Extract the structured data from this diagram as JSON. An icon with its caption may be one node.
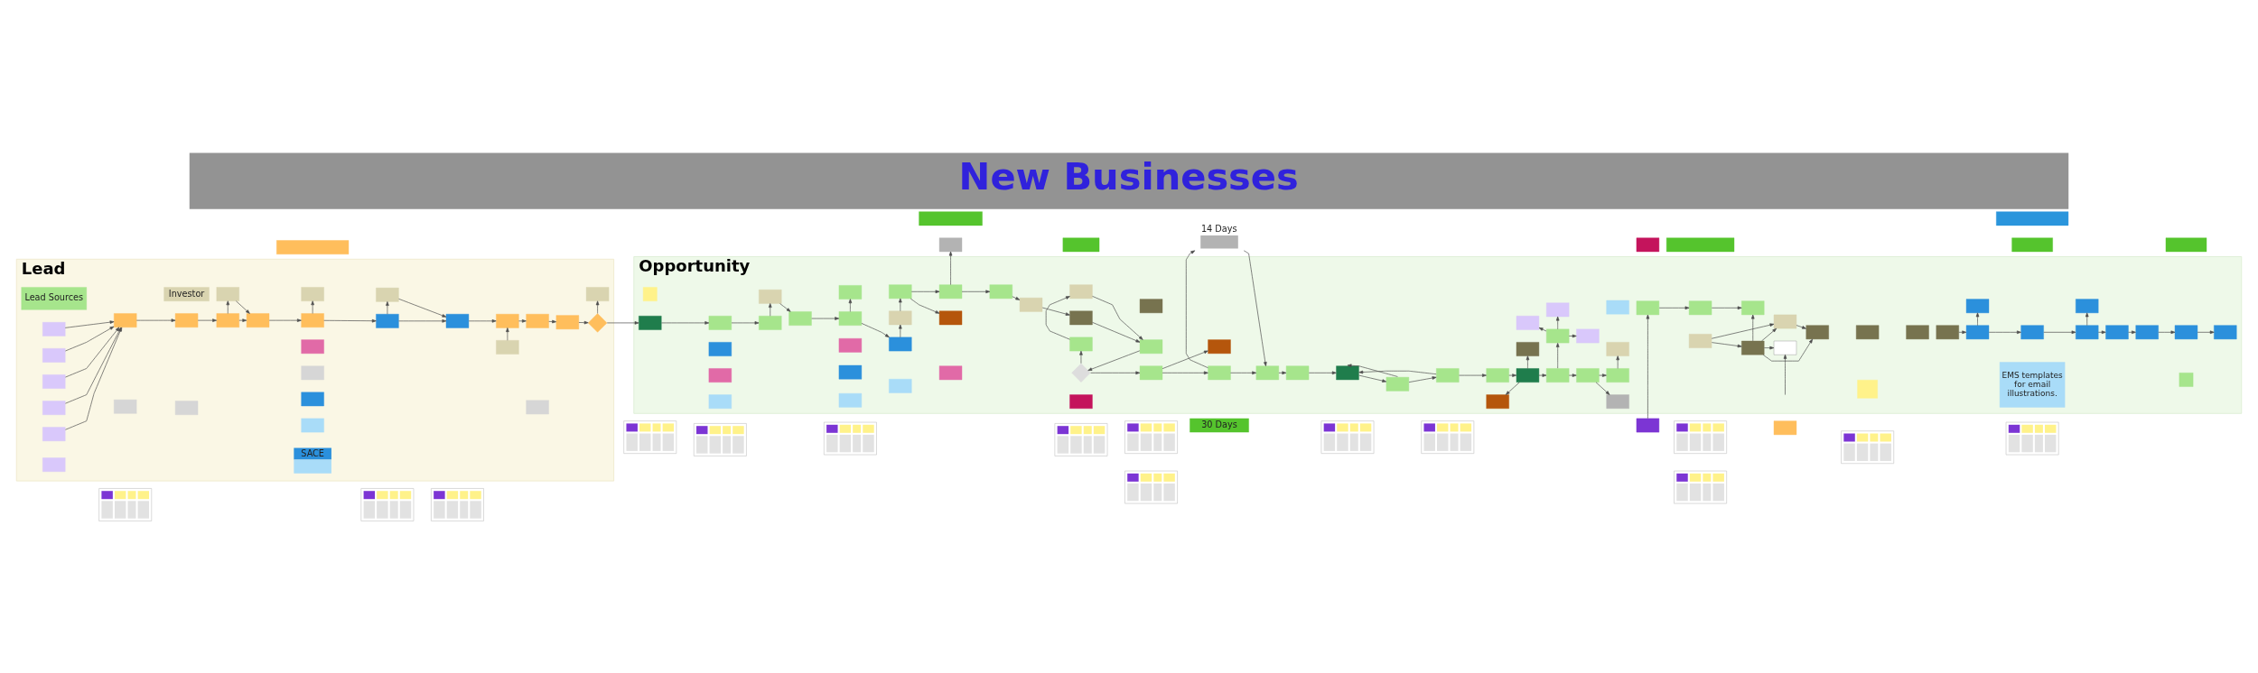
{
  "diagram": {
    "title": "New Businesses",
    "nodes": [
      {
        "text": [],
        "shape": "bar"
      },
      {
        "text": [],
        "shape": "bar"
      },
      {
        "text": [],
        "shape": "bar"
      },
      {
        "text": [
          "30 Days"
        ]
      },
      {
        "text": [],
        "shape": "bar"
      },
      {
        "text": [],
        "shape": "bar"
      },
      {
        "text": [],
        "shape": "bar"
      },
      {
        "text": [],
        "shape": "bar"
      },
      {
        "text": [],
        "shape": "box"
      },
      {
        "text": [
          "Lead"
        ]
      },
      {
        "text": [
          "Investor"
        ],
        "in": 9
      },
      {
        "text": [],
        "shape": "box",
        "in": 9
      },
      {
        "text": [],
        "shape": "box",
        "in": 9
      },
      {
        "text": [],
        "shape": "box",
        "in": 9
      },
      {
        "text": [],
        "shape": "box",
        "in": 9
      },
      {
        "text": [],
        "shape": "box",
        "in": 9
      },
      {
        "text": [
          "Lead Sources"
        ],
        "in": 9
      },
      {
        "text": [],
        "shape": "box",
        "in": 9
      },
      {
        "text": [],
        "shape": "box",
        "in": 9
      },
      {
        "text": [],
        "shape": "box",
        "in": 9
      },
      {
        "text": [],
        "shape": "box",
        "in": 9
      },
      {
        "text": [],
        "shape": "box",
        "in": 9
      },
      {
        "text": [],
        "shape": "box",
        "in": 9
      },
      {
        "text": [],
        "shape": "box",
        "in": 9
      },
      {
        "text": [],
        "shape": "box",
        "in": 9
      },
      {
        "text": [],
        "shape": "box",
        "in": 9
      },
      {
        "text": [],
        "shape": "box",
        "in": 9
      },
      {
        "text": [],
        "shape": "box",
        "in": 9
      },
      {
        "text": [],
        "shape": "box",
        "in": 9
      },
      {
        "text": [],
        "shape": "box",
        "in": 9
      },
      {
        "text": [],
        "shape": "box",
        "in": 9
      },
      {
        "text": [],
        "shape": "box",
        "in": 9
      },
      {
        "text": [],
        "shape": "box",
        "in": 9
      },
      {
        "text": [],
        "shape": "diamond",
        "in": 9
      },
      {
        "text": [],
        "shape": "box",
        "in": 9
      },
      {
        "text": [],
        "shape": "box",
        "in": 9
      },
      {
        "text": [],
        "shape": "box",
        "in": 9
      },
      {
        "text": [],
        "shape": "box",
        "in": 9
      },
      {
        "text": [],
        "shape": "box",
        "in": 9
      },
      {
        "text": [],
        "shape": "box",
        "in": 9
      },
      {
        "text": [
          "SACE"
        ],
        "in": 9
      },
      {
        "text": [],
        "shape": "box",
        "in": 9
      },
      {
        "text": [],
        "shape": "box"
      },
      {
        "text": [],
        "shape": "box",
        "beside": [
          "14 Days"
        ]
      },
      {
        "text": [],
        "shape": "box"
      },
      {
        "text": [],
        "shape": "box"
      },
      {
        "text": [
          "Opportunity"
        ]
      },
      {
        "text": [],
        "shape": "box",
        "in": 46
      },
      {
        "text": [],
        "shape": "box",
        "in": 46
      },
      {
        "text": [],
        "shape": "box",
        "in": 46
      },
      {
        "text": [],
        "shape": "box",
        "in": 46
      },
      {
        "text": [],
        "shape": "box",
        "in": 46
      },
      {
        "text": [],
        "shape": "box",
        "in": 46
      },
      {
        "text": [],
        "shape": "box",
        "in": 46
      },
      {
        "text": [],
        "shape": "box",
        "in": 46
      },
      {
        "text": [],
        "shape": "box",
        "in": 46
      },
      {
        "text": [],
        "shape": "box",
        "in": 46
      },
      {
        "text": [],
        "shape": "box",
        "in": 46
      },
      {
        "text": [],
        "shape": "box",
        "in": 46
      },
      {
        "text": [],
        "shape": "box",
        "in": 46
      },
      {
        "text": [],
        "shape": "box",
        "in": 46
      },
      {
        "text": [],
        "shape": "box",
        "in": 46
      },
      {
        "text": [],
        "shape": "box",
        "in": 46
      },
      {
        "text": [],
        "shape": "box",
        "in": 46
      },
      {
        "text": [],
        "shape": "box",
        "in": 46
      },
      {
        "text": [],
        "shape": "box",
        "in": 46
      },
      {
        "text": [],
        "shape": "box",
        "in": 46
      },
      {
        "text": [],
        "shape": "box",
        "in": 46
      },
      {
        "text": [],
        "shape": "box",
        "in": 46
      },
      {
        "text": [],
        "shape": "box",
        "in": 46
      },
      {
        "text": [],
        "shape": "box",
        "in": 46
      },
      {
        "text": [],
        "shape": "box",
        "in": 46
      },
      {
        "text": [],
        "shape": "box",
        "in": 46
      },
      {
        "text": [],
        "shape": "box",
        "in": 46
      },
      {
        "text": [],
        "shape": "box",
        "in": 46
      },
      {
        "text": [],
        "shape": "box",
        "in": 46
      },
      {
        "text": [],
        "shape": "box",
        "in": 46
      },
      {
        "text": [],
        "shape": "box",
        "in": 46
      },
      {
        "text": [],
        "shape": "box",
        "in": 46
      },
      {
        "text": [],
        "shape": "box",
        "in": 46
      },
      {
        "text": [],
        "shape": "box",
        "in": 46
      },
      {
        "text": [],
        "shape": "diamond",
        "in": 46
      },
      {
        "text": [],
        "shape": "box",
        "in": 46
      },
      {
        "text": [],
        "shape": "box",
        "in": 46
      },
      {
        "text": [],
        "shape": "box",
        "in": 46
      },
      {
        "text": [],
        "shape": "box",
        "in": 46
      },
      {
        "text": [],
        "shape": "box",
        "in": 46
      },
      {
        "text": [],
        "shape": "box",
        "in": 46
      },
      {
        "text": [],
        "shape": "box",
        "in": 46
      },
      {
        "text": [],
        "shape": "box",
        "in": 46
      },
      {
        "text": [],
        "shape": "box",
        "in": 46
      },
      {
        "text": [],
        "shape": "box",
        "in": 46
      },
      {
        "text": [],
        "shape": "box",
        "in": 46
      },
      {
        "text": [],
        "shape": "box",
        "in": 46
      },
      {
        "text": [],
        "shape": "box",
        "in": 46
      },
      {
        "text": [],
        "shape": "box",
        "in": 46
      },
      {
        "text": [],
        "shape": "box",
        "in": 46
      },
      {
        "text": [],
        "shape": "box",
        "in": 46
      },
      {
        "text": [],
        "shape": "box",
        "in": 46
      },
      {
        "text": [],
        "shape": "box",
        "in": 46
      },
      {
        "text": [],
        "shape": "box",
        "in": 46
      },
      {
        "text": [],
        "shape": "box",
        "in": 46
      },
      {
        "text": [],
        "shape": "box",
        "in": 46
      },
      {
        "text": [],
        "shape": "box",
        "in": 46
      },
      {
        "text": [],
        "shape": "box",
        "in": 46
      },
      {
        "text": [],
        "shape": "box",
        "in": 46
      },
      {
        "text": [],
        "shape": "box",
        "in": 46
      },
      {
        "text": [],
        "shape": "box",
        "in": 46
      },
      {
        "text": [],
        "shape": "box",
        "in": 46
      },
      {
        "text": [],
        "shape": "box",
        "in": 46
      },
      {
        "text": [],
        "shape": "box",
        "in": 46
      },
      {
        "text": [],
        "shape": "box",
        "in": 46
      },
      {
        "text": [
          "EMS templates for email illustrations."
        ],
        "in": 46
      },
      {
        "text": [],
        "shape": "box",
        "in": 46
      },
      {
        "text": [],
        "shape": "box",
        "in": 46
      },
      {
        "text": [],
        "shape": "box",
        "in": 46
      },
      {
        "text": [],
        "shape": "box",
        "in": 46
      },
      {
        "text": [],
        "shape": "box",
        "in": 46
      },
      {
        "text": [],
        "shape": "box",
        "in": 46
      },
      {
        "text": [],
        "shape": "box",
        "in": 46
      },
      {
        "text": [],
        "shape": "box",
        "in": 46
      },
      {
        "text": [],
        "shape": "box",
        "in": 46
      },
      {
        "text": [],
        "shape": "picture"
      },
      {
        "text": [],
        "shape": "picture"
      },
      {
        "text": [],
        "shape": "picture"
      },
      {
        "text": [],
        "shape": "picture"
      },
      {
        "text": [],
        "shape": "picture"
      },
      {
        "text": [],
        "shape": "picture"
      },
      {
        "text": [],
        "shape": "picture"
      },
      {
        "text": [],
        "shape": "picture"
      },
      {
        "text": [],
        "shape": "picture"
      },
      {
        "text": [],
        "shape": "picture"
      },
      {
        "text": [],
        "shape": "picture"
      },
      {
        "text": [],
        "shape": "picture"
      },
      {
        "text": [],
        "shape": "picture"
      },
      {
        "text": [],
        "shape": "picture"
      },
      {
        "text": [],
        "shape": "picture"
      }
    ],
    "edges": [
      {
        "from": 17,
        "to": 23,
        "arrow": "to"
      },
      {
        "from": 18,
        "to": 23,
        "arrow": "to"
      },
      {
        "from": 19,
        "to": 23,
        "arrow": "to"
      },
      {
        "from": 20,
        "to": 23,
        "arrow": "to"
      },
      {
        "from": 21,
        "to": 23,
        "arrow": "to"
      },
      {
        "from": 23,
        "to": 24,
        "arrow": "to"
      },
      {
        "from": 24,
        "to": 25,
        "arrow": "to"
      },
      {
        "from": 25,
        "to": 26,
        "arrow": "to"
      },
      {
        "from": 26,
        "to": 27,
        "arrow": "to"
      },
      {
        "from": 27,
        "to": 28,
        "arrow": "to"
      },
      {
        "from": 28,
        "to": 29,
        "arrow": "to"
      },
      {
        "from": 29,
        "to": 30,
        "arrow": "to"
      },
      {
        "from": 30,
        "to": 31,
        "arrow": "to"
      },
      {
        "from": 31,
        "to": 32,
        "arrow": "to"
      },
      {
        "from": 32,
        "to": 33,
        "arrow": "to"
      },
      {
        "from": 33,
        "to": 70,
        "arrow": "to"
      },
      {
        "from": 25,
        "to": 11,
        "arrow": "to"
      },
      {
        "from": 11,
        "to": 26,
        "arrow": "to"
      },
      {
        "from": 27,
        "to": 12,
        "arrow": "to"
      },
      {
        "from": 28,
        "to": 13,
        "arrow": "to"
      },
      {
        "from": 13,
        "to": 29,
        "arrow": "to"
      },
      {
        "from": 14,
        "to": 30,
        "arrow": "to"
      },
      {
        "from": 33,
        "to": 15,
        "arrow": "to"
      },
      {
        "from": 70,
        "to": 71,
        "arrow": "to"
      },
      {
        "from": 71,
        "to": 72,
        "arrow": "to"
      },
      {
        "from": 72,
        "to": 48,
        "arrow": "to"
      },
      {
        "from": 48,
        "to": 73,
        "arrow": "to"
      },
      {
        "from": 73,
        "to": 74,
        "arrow": "to"
      },
      {
        "from": 74,
        "to": 68,
        "arrow": "to"
      },
      {
        "from": 74,
        "to": 109,
        "arrow": "to"
      },
      {
        "from": 109,
        "to": 49,
        "arrow": "to"
      },
      {
        "from": 49,
        "to": 76,
        "arrow": "to"
      },
      {
        "from": 76,
        "to": 114,
        "arrow": "to"
      },
      {
        "from": 76,
        "to": 77,
        "arrow": "to"
      },
      {
        "from": 77,
        "to": 42,
        "arrow": "to"
      },
      {
        "from": 77,
        "to": 79,
        "arrow": "to"
      },
      {
        "from": 79,
        "to": 50,
        "arrow": "to"
      },
      {
        "from": 50,
        "to": 51,
        "arrow": "to"
      },
      {
        "from": 51,
        "to": 80,
        "arrow": "to"
      },
      {
        "from": 52,
        "to": 80,
        "arrow": "to"
      },
      {
        "from": 80,
        "to": 81,
        "arrow": "to"
      },
      {
        "from": 81,
        "to": 69,
        "arrow": "to"
      },
      {
        "from": 69,
        "to": 52,
        "arrow": "to"
      },
      {
        "from": 81,
        "to": 82,
        "arrow": "to"
      },
      {
        "from": 82,
        "to": 115,
        "arrow": "to"
      },
      {
        "from": 82,
        "to": 83,
        "arrow": "to"
      },
      {
        "from": 83,
        "to": 43,
        "arrow": "to"
      },
      {
        "from": 43,
        "to": 84,
        "arrow": "to"
      },
      {
        "from": 83,
        "to": 84,
        "arrow": "to"
      },
      {
        "from": 84,
        "to": 85,
        "arrow": "to"
      },
      {
        "from": 85,
        "to": 86,
        "arrow": "to"
      },
      {
        "from": 86,
        "to": 87,
        "arrow": "to"
      },
      {
        "from": 87,
        "to": 88,
        "arrow": "to"
      },
      {
        "from": 88,
        "to": 89,
        "arrow": "to"
      },
      {
        "from": 87,
        "to": 86,
        "arrow": "to"
      },
      {
        "from": 88,
        "to": 86,
        "arrow": "to"
      },
      {
        "from": 89,
        "to": 90,
        "arrow": "to"
      },
      {
        "from": 90,
        "to": 54,
        "arrow": "to"
      },
      {
        "from": 90,
        "to": 116,
        "arrow": "to"
      },
      {
        "from": 90,
        "to": 91,
        "arrow": "to"
      },
      {
        "from": 91,
        "to": 92,
        "arrow": "to"
      },
      {
        "from": 91,
        "to": 117,
        "arrow": "to"
      },
      {
        "from": 117,
        "to": 118,
        "arrow": "to"
      },
      {
        "from": 117,
        "to": 119,
        "arrow": "to"
      },
      {
        "from": 117,
        "to": 120,
        "arrow": "to"
      },
      {
        "from": 92,
        "to": 93,
        "arrow": "to"
      },
      {
        "from": 93,
        "to": 55,
        "arrow": "to"
      },
      {
        "from": 92,
        "to": 121,
        "arrow": "to"
      },
      {
        "from": 44,
        "to": 94,
        "arrow": "to"
      },
      {
        "from": 94,
        "to": 95,
        "arrow": "to"
      },
      {
        "from": 95,
        "to": 96,
        "arrow": "to"
      },
      {
        "from": 56,
        "to": 58,
        "arrow": "to"
      },
      {
        "from": 58,
        "to": 96,
        "arrow": "to"
      },
      {
        "from": 58,
        "to": 57,
        "arrow": "to"
      },
      {
        "from": 56,
        "to": 59,
        "arrow": "to"
      },
      {
        "from": 58,
        "to": 59,
        "arrow": "to"
      },
      {
        "from": 58,
        "to": 60,
        "arrow": "to"
      },
      {
        "from": 59,
        "to": 60,
        "arrow": "to"
      },
      {
        "from": 63,
        "to": 97,
        "arrow": "to"
      },
      {
        "from": 97,
        "to": 65,
        "arrow": "to"
      },
      {
        "from": 97,
        "to": 98,
        "arrow": "to"
      },
      {
        "from": 98,
        "to": 99,
        "arrow": "to"
      },
      {
        "from": 99,
        "to": 66,
        "arrow": "to"
      },
      {
        "from": 99,
        "to": 100,
        "arrow": "to"
      },
      {
        "from": 100,
        "to": 101,
        "arrow": "to"
      },
      {
        "from": 101,
        "to": 102,
        "arrow": "to"
      },
      {
        "from": 102,
        "to": 103,
        "arrow": "to"
      },
      {
        "from": null,
        "to": 57,
        "arrow": "to"
      }
    ]
  }
}
